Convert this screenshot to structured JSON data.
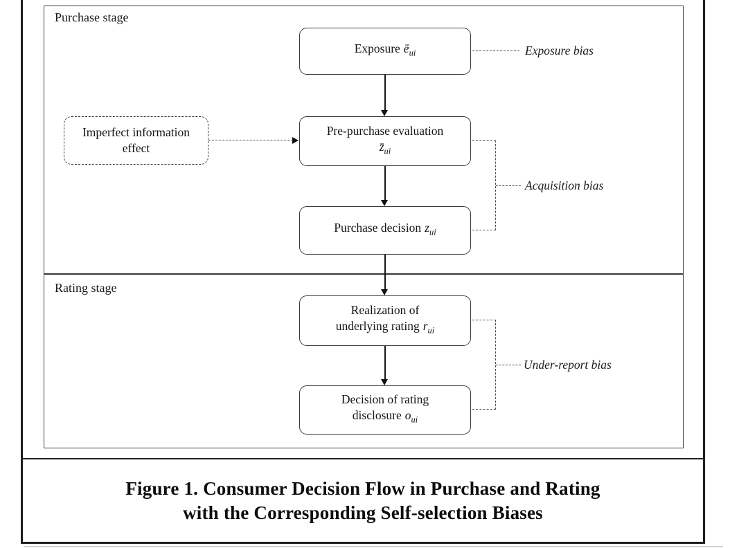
{
  "figure": {
    "stages": {
      "purchase": "Purchase stage",
      "rating": "Rating stage"
    },
    "nodes": {
      "exposure": {
        "text": "Exposure",
        "math": "ē",
        "sub": "ui"
      },
      "imperfect": {
        "line1": "Imperfect information",
        "line2": "effect"
      },
      "prepurchase": {
        "line1": "Pre-purchase evaluation",
        "math": "z̄",
        "sub": "ui"
      },
      "purchase_decision": {
        "text": "Purchase decision",
        "math": "z",
        "sub": "ui"
      },
      "realization": {
        "line1": "Realization of",
        "line2": "underlying rating",
        "math": "r",
        "sub": "ui"
      },
      "disclosure": {
        "line1": "Decision of rating",
        "line2": "disclosure",
        "math": "o",
        "sub": "ui"
      }
    },
    "biases": {
      "exposure": "Exposure bias",
      "acquisition": "Acquisition bias",
      "under_report": "Under-report bias"
    },
    "caption": {
      "line1": "Figure 1. Consumer Decision Flow in Purchase and Rating",
      "line2": "with the Corresponding Self-selection Biases"
    },
    "colors": {
      "frame": "#1e1e1e",
      "box_border": "#3c3c3c",
      "text": "#141414"
    }
  }
}
